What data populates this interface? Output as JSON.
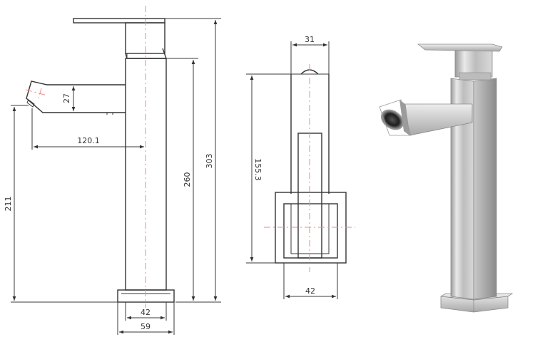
{
  "side_view": {
    "dimensions": {
      "total_height": "303",
      "body_height": "260",
      "spout_height": "211",
      "spout_reach": "120.1",
      "spout_thickness": "27",
      "body_width": "42",
      "base_width": "59"
    }
  },
  "front_view": {
    "dimensions": {
      "top_width": "31",
      "height": "155.3",
      "bottom_width": "42"
    }
  },
  "colors": {
    "outline": "#333333",
    "centerline": "#ee8a8a",
    "steel_light": "#e6e6e6",
    "steel_dark": "#8f8f8f"
  }
}
